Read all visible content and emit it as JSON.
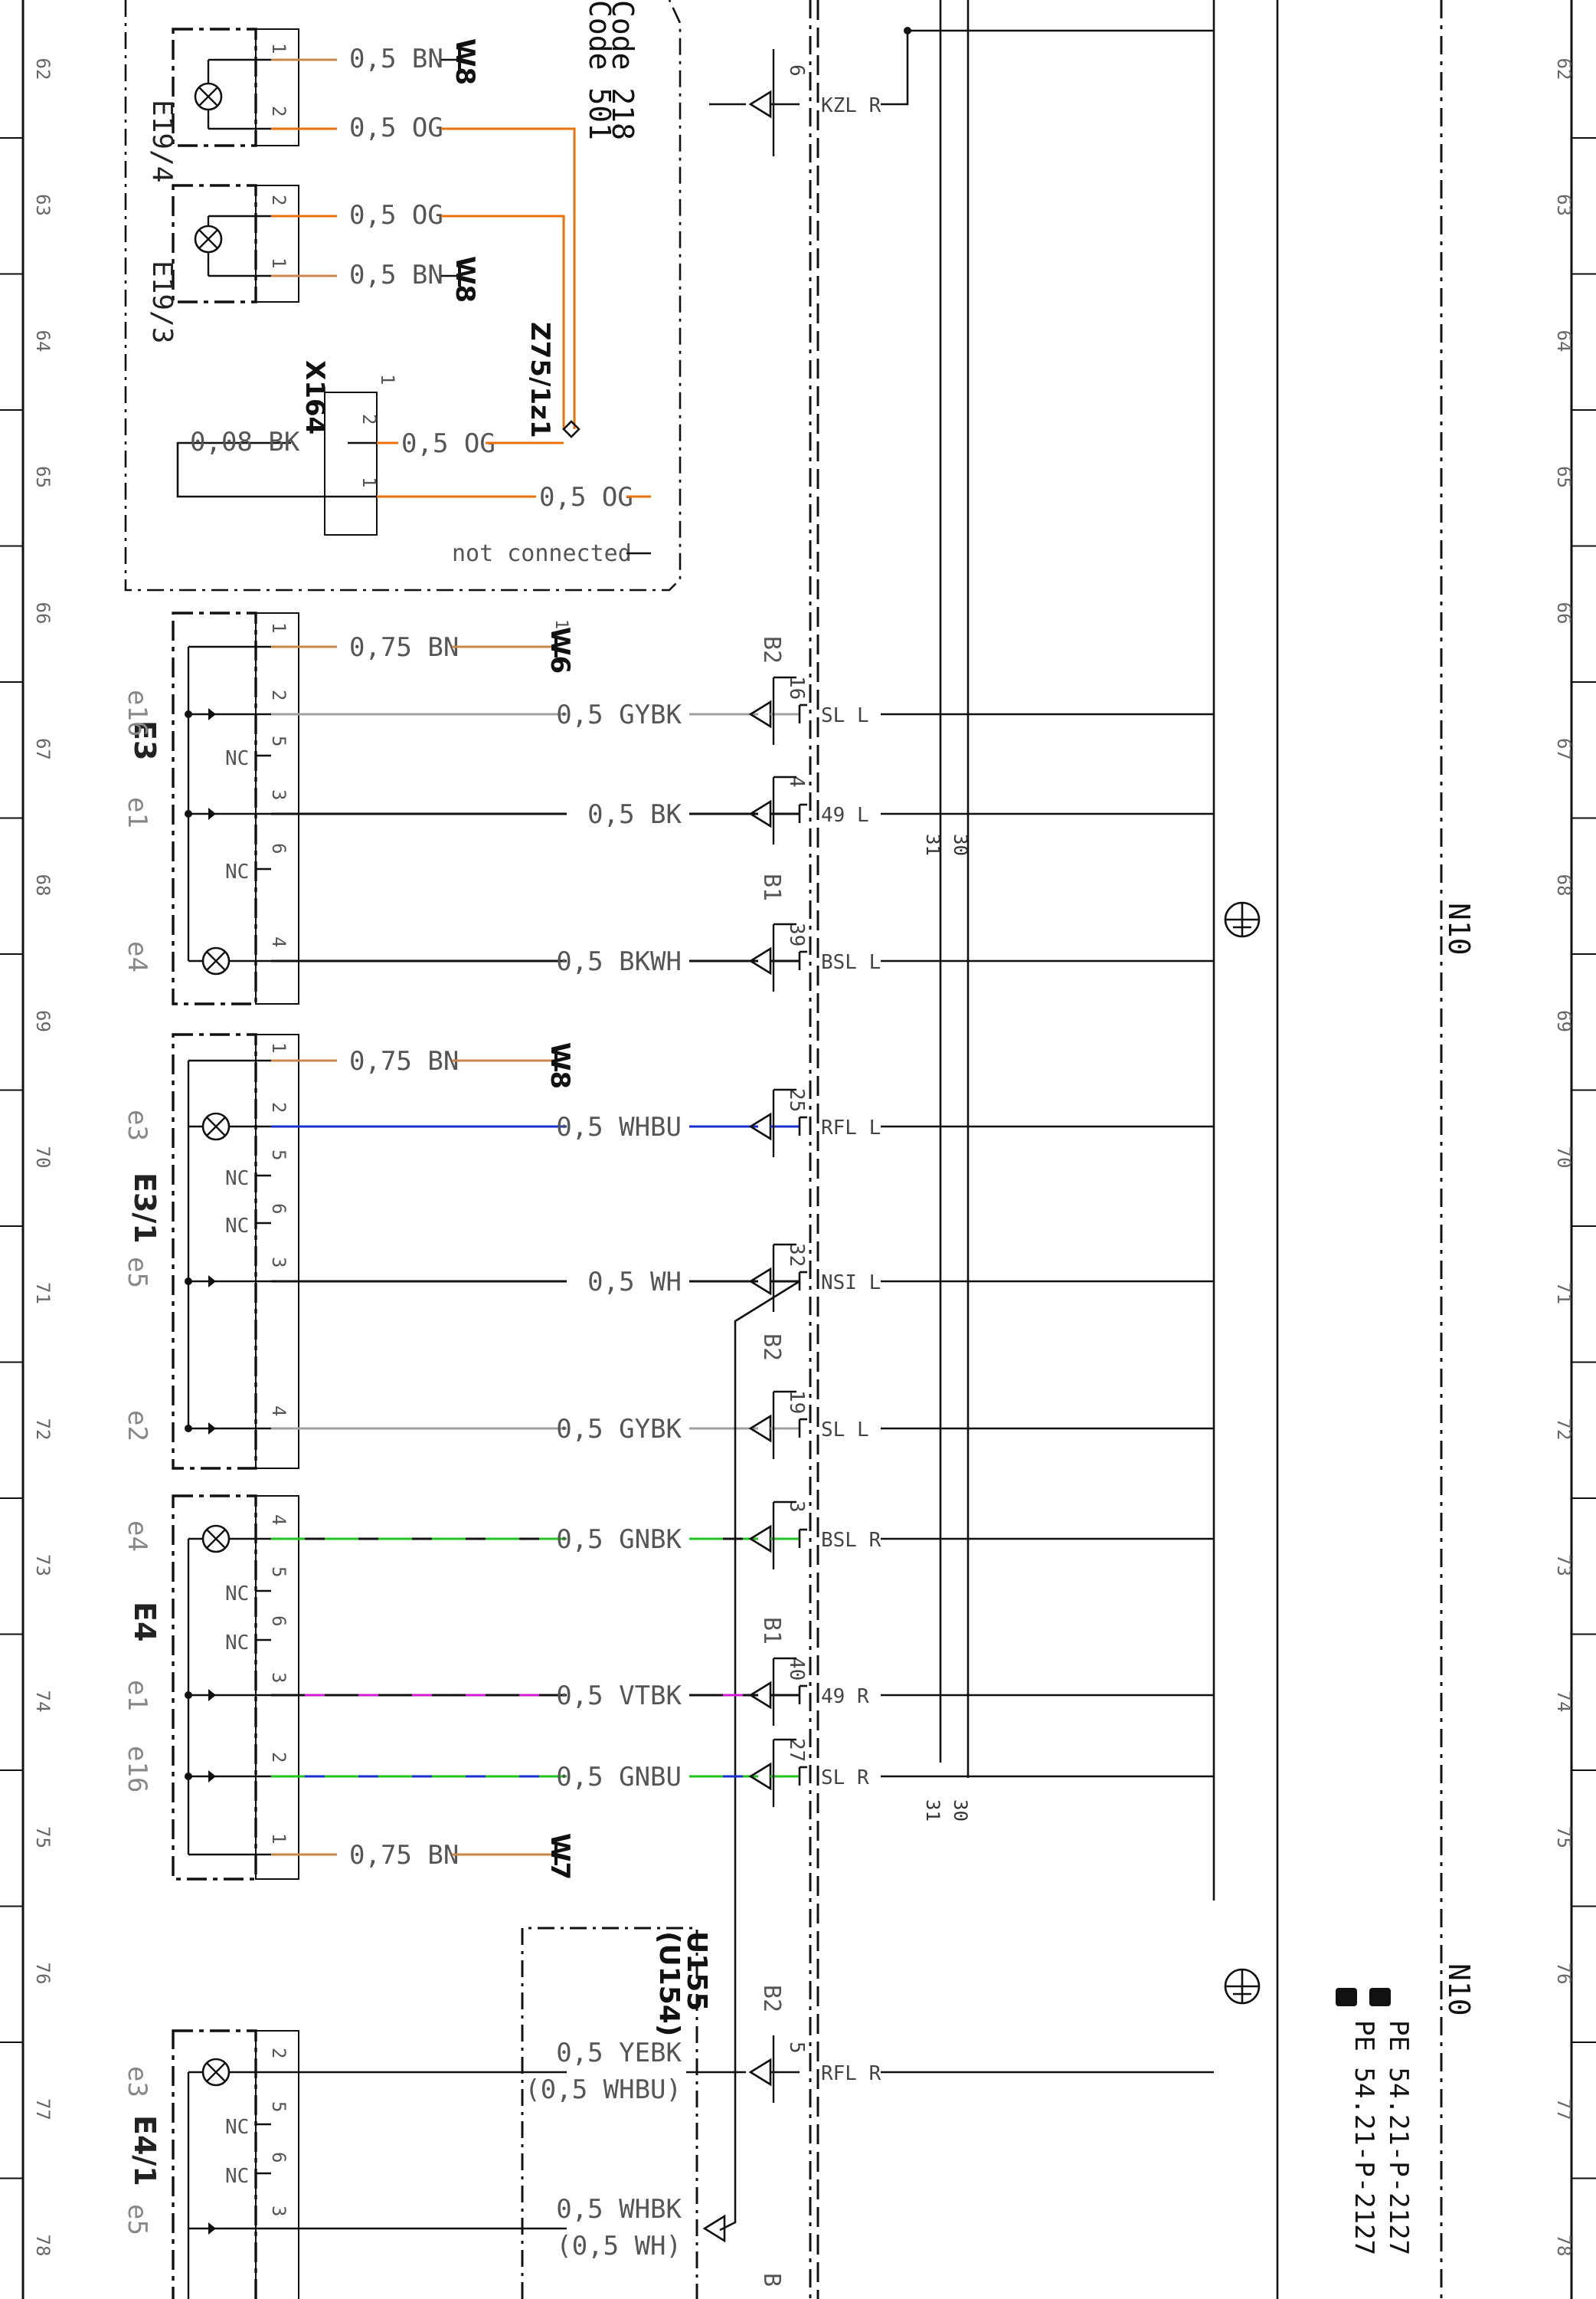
{
  "code_labels": [
    "Code 501",
    "Code 218"
  ],
  "ruler_numbers": [
    "62",
    "63",
    "64",
    "65",
    "66",
    "67",
    "68",
    "69",
    "70",
    "71",
    "72",
    "73",
    "74",
    "75",
    "76",
    "77",
    "78"
  ],
  "components": [
    {
      "id": "E19/4",
      "pins": [
        {
          "pin": "1",
          "wire": "0,5 BN",
          "to": "W8"
        },
        {
          "pin": "2",
          "wire": "0,5 OG"
        }
      ]
    },
    {
      "id": "E19/3",
      "pins": [
        {
          "pin": "2",
          "wire": "0,5 OG"
        },
        {
          "pin": "1",
          "wire": "0,5 BN",
          "to": "W8"
        }
      ]
    },
    {
      "id": "E3",
      "sub": [
        "e16",
        "e1",
        "e4"
      ],
      "pins": [
        {
          "pin": "1",
          "wire": "0,75 BN",
          "to": "W6"
        },
        {
          "pin": "2",
          "wire": "0,5 GYBK",
          "signal": "SL L",
          "cpin": "16",
          "conn": "B2"
        },
        {
          "pin": "5",
          "nc": "NC"
        },
        {
          "pin": "3",
          "wire": "0,5 BK",
          "signal": "49 L",
          "cpin": "4"
        },
        {
          "pin": "6",
          "nc": "NC"
        },
        {
          "pin": "4",
          "wire": "0,5 BKWH",
          "signal": "BSL L",
          "cpin": "39",
          "conn": "B1"
        }
      ]
    },
    {
      "id": "E3/1",
      "sub": [
        "e3",
        "e5",
        "e2"
      ],
      "pins": [
        {
          "pin": "1",
          "wire": "0,75 BN",
          "to": "W8"
        },
        {
          "pin": "2",
          "wire": "0,5 WHBU",
          "signal": "RFL L",
          "cpin": "25"
        },
        {
          "pin": "5",
          "nc": "NC"
        },
        {
          "pin": "6",
          "nc": "NC"
        },
        {
          "pin": "3",
          "wire": "0,5 WH",
          "signal": "NSI L",
          "cpin": "32"
        },
        {
          "pin": "4",
          "wire": "0,5 GYBK",
          "signal": "SL L",
          "cpin": "19",
          "conn": "B2"
        }
      ]
    },
    {
      "id": "E4",
      "sub": [
        "e4",
        "e1",
        "e16"
      ],
      "pins": [
        {
          "pin": "4",
          "wire": "0,5 GNBK",
          "signal": "BSL R",
          "cpin": "3"
        },
        {
          "pin": "5",
          "nc": "NC"
        },
        {
          "pin": "6",
          "nc": "NC"
        },
        {
          "pin": "3",
          "wire": "0,5 VTBK",
          "signal": "49 R",
          "cpin": "40",
          "conn": "B1"
        },
        {
          "pin": "2",
          "wire": "0,5 GNBU",
          "signal": "SL R",
          "cpin": "27"
        },
        {
          "pin": "1",
          "wire": "0,75 BN",
          "to": "W7"
        }
      ]
    },
    {
      "id": "E4/1",
      "sub": [
        "e3",
        "e5"
      ],
      "pins": [
        {
          "pin": "2",
          "wire": "0,5 YEBK",
          "alt": "(0,5 WHBU)",
          "signal": "RFL R",
          "cpin": "5",
          "conn": "B2"
        },
        {
          "pin": "5",
          "nc": "NC"
        },
        {
          "pin": "6",
          "nc": "NC"
        },
        {
          "pin": "3",
          "wire": "0,5 WHBK",
          "alt": "(0,5 WH)"
        }
      ]
    }
  ],
  "x164": {
    "id": "X164",
    "pin_top": "1",
    "pin2": "2",
    "pin1": "1",
    "wire_bk": "0,08 BK",
    "wire_og": "0,5 OG",
    "wire_og2": "0,5 OG",
    "not_connected": "not connected"
  },
  "splice": {
    "id": "Z75/1z1"
  },
  "kzl": {
    "pin": "6",
    "signal": "KZL R"
  },
  "u155": {
    "id": "U155",
    "alt": "(U154)"
  },
  "bus": {
    "left": "31",
    "right": "30"
  },
  "n10": {
    "label": "N10"
  },
  "refs": [
    "PE 54.21-P-2127",
    "PE 54.21-P-2127"
  ],
  "b2_bottom": "B",
  "colors": {
    "og": "#e8720c",
    "bn": "#c8884a",
    "blue": "#1a2fd0",
    "green": "#22c31e",
    "violet": "#d21bd2",
    "gray": "#a0a0a0",
    "black": "#111111"
  }
}
